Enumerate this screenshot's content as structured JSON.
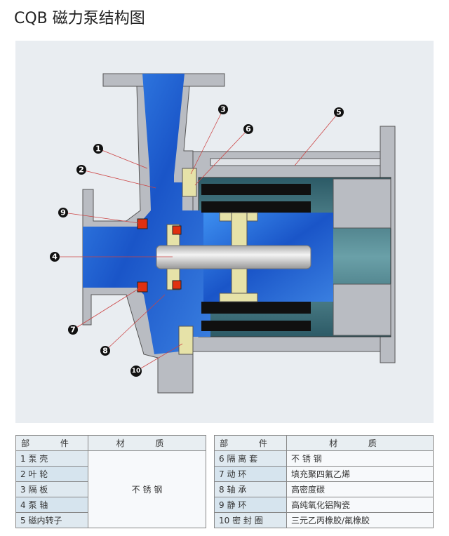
{
  "title": "CQB 磁力泵结构图",
  "callouts": [
    "1",
    "2",
    "3",
    "4",
    "5",
    "6",
    "7",
    "8",
    "9",
    "10"
  ],
  "table_left": {
    "headers": [
      "部 件",
      "材 质"
    ],
    "parts": [
      "1 泵 壳",
      "2 叶 轮",
      "3 隔 板",
      "4 泵 轴",
      "5 磁内转子"
    ],
    "material": "不 锈 钢"
  },
  "table_right": {
    "headers": [
      "部 件",
      "材 质"
    ],
    "rows": [
      {
        "part": "6 隔 离 套",
        "material": "不 锈 钢"
      },
      {
        "part": "7 动 环",
        "material": "填充聚四氟乙烯"
      },
      {
        "part": "8 轴 承",
        "material": "高密度碳"
      },
      {
        "part": "9 静 环",
        "material": "高纯氧化铝陶瓷"
      },
      {
        "part": "10 密 封 圈",
        "material": "三元乙丙橡胶/氟橡胶"
      }
    ]
  },
  "colors": {
    "fluid": "#1f5fd0",
    "casing": "#b9bcc2",
    "seal": "#e03010",
    "bearing": "#e6e2a8",
    "magnet": "#101010"
  }
}
